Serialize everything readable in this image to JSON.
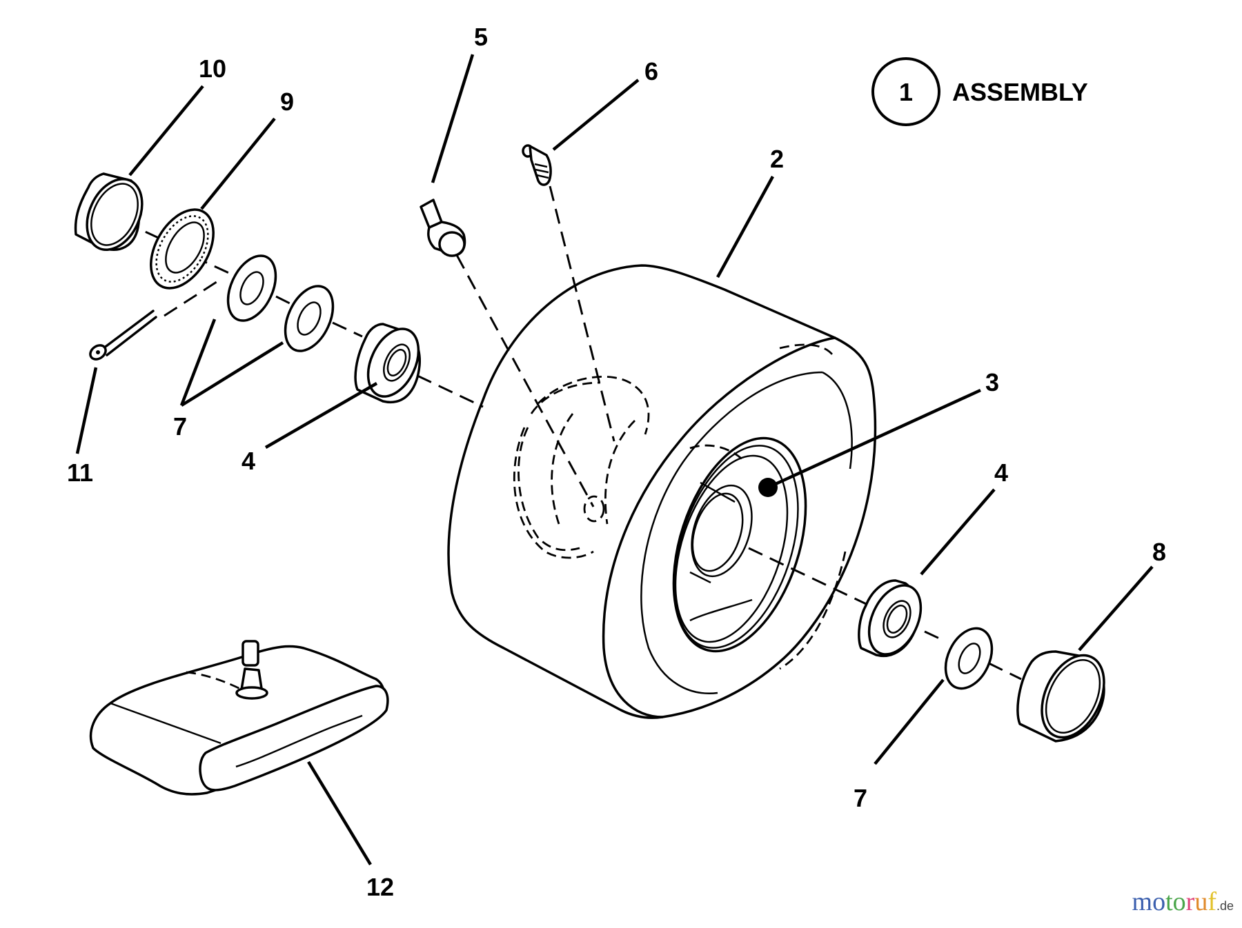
{
  "diagram": {
    "title": "Wheel assembly exploded parts diagram",
    "assembly_callout": {
      "number": "1",
      "label": "ASSEMBLY"
    },
    "callouts": [
      {
        "id": "c10",
        "number": "10",
        "part": "bushing-cup"
      },
      {
        "id": "c9",
        "number": "9",
        "part": "bearing"
      },
      {
        "id": "c5",
        "number": "5",
        "part": "valve-stem"
      },
      {
        "id": "c6",
        "number": "6",
        "part": "grease-fitting"
      },
      {
        "id": "c2",
        "number": "2",
        "part": "tire"
      },
      {
        "id": "c3",
        "number": "3",
        "part": "rim"
      },
      {
        "id": "c4r",
        "number": "4",
        "part": "bushing-right"
      },
      {
        "id": "c8",
        "number": "8",
        "part": "cap"
      },
      {
        "id": "c7r",
        "number": "7",
        "part": "washer-right"
      },
      {
        "id": "c12",
        "number": "12",
        "part": "inner-tube"
      },
      {
        "id": "c11",
        "number": "11",
        "part": "cotter-pin"
      },
      {
        "id": "c7l",
        "number": "7",
        "part": "washers-left"
      },
      {
        "id": "c4l",
        "number": "4",
        "part": "bushing-left"
      }
    ]
  },
  "watermark": {
    "letters": [
      {
        "ch": "m",
        "color": "#3b5fae"
      },
      {
        "ch": "o",
        "color": "#3b5fae"
      },
      {
        "ch": "t",
        "color": "#4aa54a"
      },
      {
        "ch": "o",
        "color": "#4aa54a"
      },
      {
        "ch": "r",
        "color": "#e0457b"
      },
      {
        "ch": "u",
        "color": "#e08a2a"
      },
      {
        "ch": "f",
        "color": "#e2c12a"
      }
    ],
    "suffix": ".de"
  }
}
